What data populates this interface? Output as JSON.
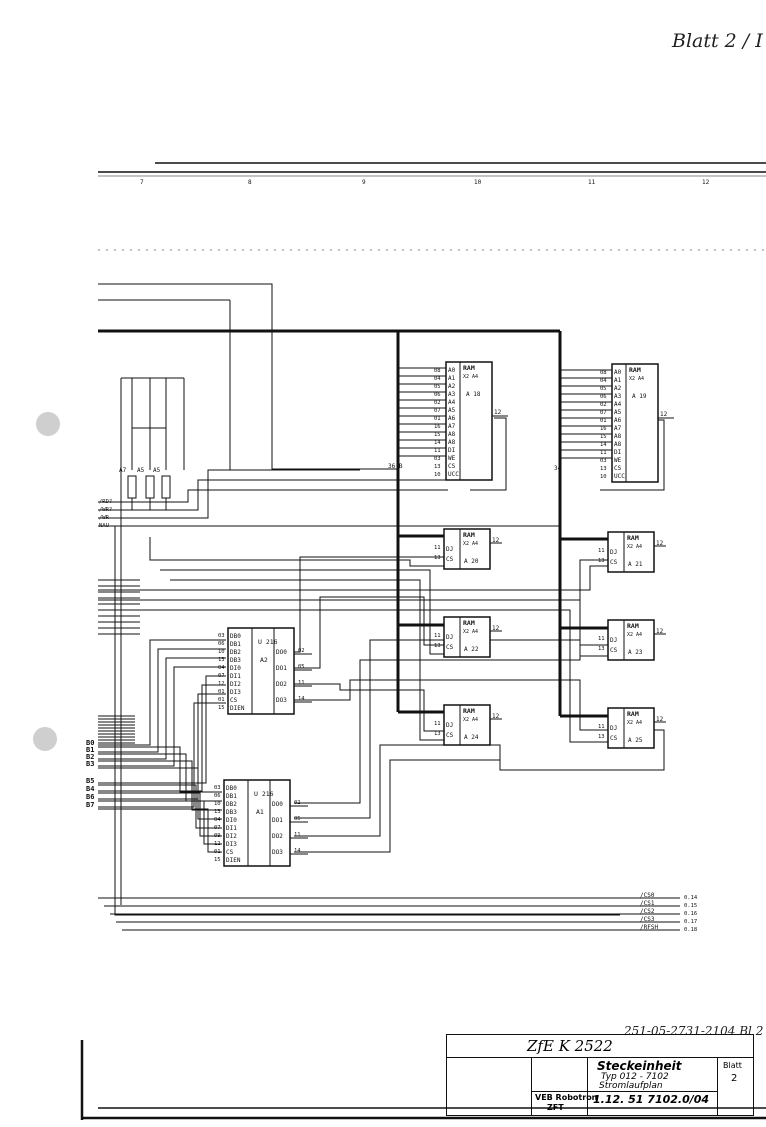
{
  "sheet": {
    "corner_note": "Blatt 2 /  I",
    "column_numbers": [
      "7",
      "8",
      "9",
      "10",
      "11",
      "12"
    ],
    "doc_ref": "251-05-2731-2104  Bl 2",
    "ink_color": "#111111",
    "paper_color": "#ffffff"
  },
  "inputs": {
    "left_labels": [
      "/RD?",
      "/WR?",
      "/WR",
      "NAU"
    ],
    "db_lo": [
      "B0",
      "B1",
      "B2",
      "B3"
    ],
    "db_hi": [
      "B5",
      "B4",
      "B6",
      "B7"
    ]
  },
  "resistors": [
    "A7",
    "A5",
    "A5"
  ],
  "drivers": [
    {
      "id": "A2",
      "type": "U 216",
      "left": [
        "DB0",
        "DB1",
        "DB2",
        "DB3",
        "DI0",
        "DI1",
        "DI2",
        "DI3",
        "CS",
        "DIEN"
      ],
      "left_pins": [
        "03",
        "06",
        "10",
        "13",
        "04",
        "07",
        "12",
        "01",
        "01",
        "15"
      ],
      "right": [
        "DO0",
        "DO1",
        "DO2",
        "DO3"
      ],
      "right_pins": [
        "02",
        "05",
        "11",
        "14"
      ]
    },
    {
      "id": "A1",
      "type": "U 216",
      "left": [
        "DB0",
        "DB1",
        "DB2",
        "DB3",
        "DI0",
        "DI1",
        "DI2",
        "DI3",
        "CS",
        "DIEN"
      ],
      "left_pins": [
        "03",
        "06",
        "10",
        "13",
        "04",
        "07",
        "09",
        "12",
        "01",
        "15"
      ],
      "right": [
        "DO0",
        "DO1",
        "DO2",
        "DO3"
      ],
      "right_pins": [
        "02",
        "05",
        "11",
        "14"
      ]
    }
  ],
  "rams_big": [
    {
      "id": "A 18",
      "title": "RAM",
      "subtitle": "X2 A4",
      "pins": [
        "A0",
        "A1",
        "A2",
        "A3",
        "A4",
        "A5",
        "A6",
        "A7",
        "A8",
        "A8",
        "DI",
        "WE",
        "CS",
        "UCC"
      ],
      "pin_nums": [
        "08",
        "04",
        "05",
        "06",
        "02",
        "07",
        "01",
        "16",
        "15",
        "14",
        "11",
        "03",
        "13",
        "10"
      ],
      "out_pin": "12",
      "bus_label": "36,B"
    },
    {
      "id": "A 19",
      "title": "RAM",
      "subtitle": "X2 A4",
      "pins": [
        "A0",
        "A1",
        "A2",
        "A3",
        "A4",
        "A5",
        "A6",
        "A7",
        "A8",
        "A8",
        "DI",
        "WE",
        "CS",
        "UCC"
      ],
      "pin_nums": [
        "08",
        "04",
        "05",
        "06",
        "02",
        "07",
        "01",
        "16",
        "15",
        "14",
        "11",
        "03",
        "13",
        "10"
      ],
      "out_pin": "12",
      "bus_label": "34"
    }
  ],
  "rams_small": [
    {
      "id": "A 20",
      "title": "RAM",
      "subtitle": "X2 A4",
      "pins": [
        "DJ",
        "CS"
      ],
      "nums": [
        "11",
        "13"
      ],
      "out": "12"
    },
    {
      "id": "A 21",
      "title": "RAM",
      "subtitle": "X2 A4",
      "pins": [
        "DJ",
        "CS"
      ],
      "nums": [
        "11",
        "13"
      ],
      "out": "12"
    },
    {
      "id": "A 22",
      "title": "RAM",
      "subtitle": "X2 A4",
      "pins": [
        "DJ",
        "CS"
      ],
      "nums": [
        "11",
        "13"
      ],
      "out": "12"
    },
    {
      "id": "A 23",
      "title": "RAM",
      "subtitle": "X2 A4",
      "pins": [
        "DJ",
        "CS"
      ],
      "nums": [
        "11",
        "13"
      ],
      "out": "12"
    },
    {
      "id": "A 24",
      "title": "RAM",
      "subtitle": "X2 A4",
      "pins": [
        "DJ",
        "CS"
      ],
      "nums": [
        "11",
        "13"
      ],
      "out": "12"
    },
    {
      "id": "A 25",
      "title": "RAM",
      "subtitle": "X2 A4",
      "pins": [
        "DJ",
        "CS"
      ],
      "nums": [
        "11",
        "13"
      ],
      "out": "12"
    }
  ],
  "signals": [
    {
      "name": "/CS0",
      "ref": "0.14"
    },
    {
      "name": "/CS1",
      "ref": "0.15"
    },
    {
      "name": "/CS2",
      "ref": "0.16"
    },
    {
      "name": "/CS3",
      "ref": "0.17"
    },
    {
      "name": "/RFSH",
      "ref": "0.18"
    }
  ],
  "title_block": {
    "handwritten": "ZfE   K 2522",
    "product": "Steckeinheit",
    "type": "Typ 012 - 7102",
    "kind": "Stromlaufplan",
    "drawing_no": "1.12. 51 7102.0/04",
    "company": "VEB Robotron",
    "company_sub": "ZFT",
    "sheet_label": "Blatt",
    "sheet_no": "2"
  }
}
